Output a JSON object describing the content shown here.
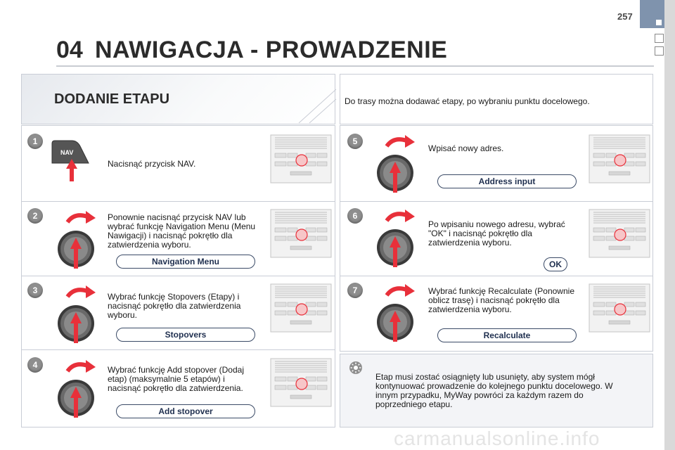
{
  "page_number": "257",
  "chapter_number": "04",
  "title": "NAWIGACJA - PROWADZENIE",
  "subtitle": "DODANIE ETAPU",
  "intro": "Do trasy można dodawać etapy, po wybraniu punktu docelowego.",
  "nav_button_label": "NAV",
  "steps": [
    {
      "num": "1",
      "text": "Nacisnąć przycisk NAV.",
      "button": ""
    },
    {
      "num": "2",
      "text": "Ponownie nacisnąć przycisk NAV lub wybrać funkcję Navigation Menu (Menu Nawigacji) i nacisnąć pokrętło dla zatwierdzenia wyboru.",
      "button": "Navigation Menu"
    },
    {
      "num": "3",
      "text": "Wybrać funkcję Stopovers (Etapy) i nacisnąć pokrętło dla zatwierdzenia wyboru.",
      "button": "Stopovers"
    },
    {
      "num": "4",
      "text": "Wybrać funkcję Add stopover (Dodaj etap) (maksymalnie 5 etapów) i nacisnąć pokrętło dla zatwierdzenia.",
      "button": "Add stopover"
    },
    {
      "num": "5",
      "text": "Wpisać nowy adres.",
      "button": "Address input"
    },
    {
      "num": "6",
      "text": "Po wpisaniu nowego adresu, wybrać \"OK\" i nacisnąć pokrętło dla zatwierdzenia wyboru.",
      "button": "OK"
    },
    {
      "num": "7",
      "text": "Wybrać funkcję Recalculate (Ponownie oblicz trasę) i nacisnąć pokrętło dla zatwierdzenia wyboru.",
      "button": "Recalculate"
    }
  ],
  "note": "Etap musi zostać osiągnięty lub usunięty, aby system mógł kontynuować prowadzenie do kolejnego punktu docelowego. W innym przypadku, MyWay powróci za każdym razem do poprzedniego etapu.",
  "watermark": "carmanualsonline.info",
  "colors": {
    "arrow": "#e8303a",
    "panel_border": "#c9cdd6",
    "tab": "#7f93ad",
    "knob": "#5a5a5a"
  }
}
